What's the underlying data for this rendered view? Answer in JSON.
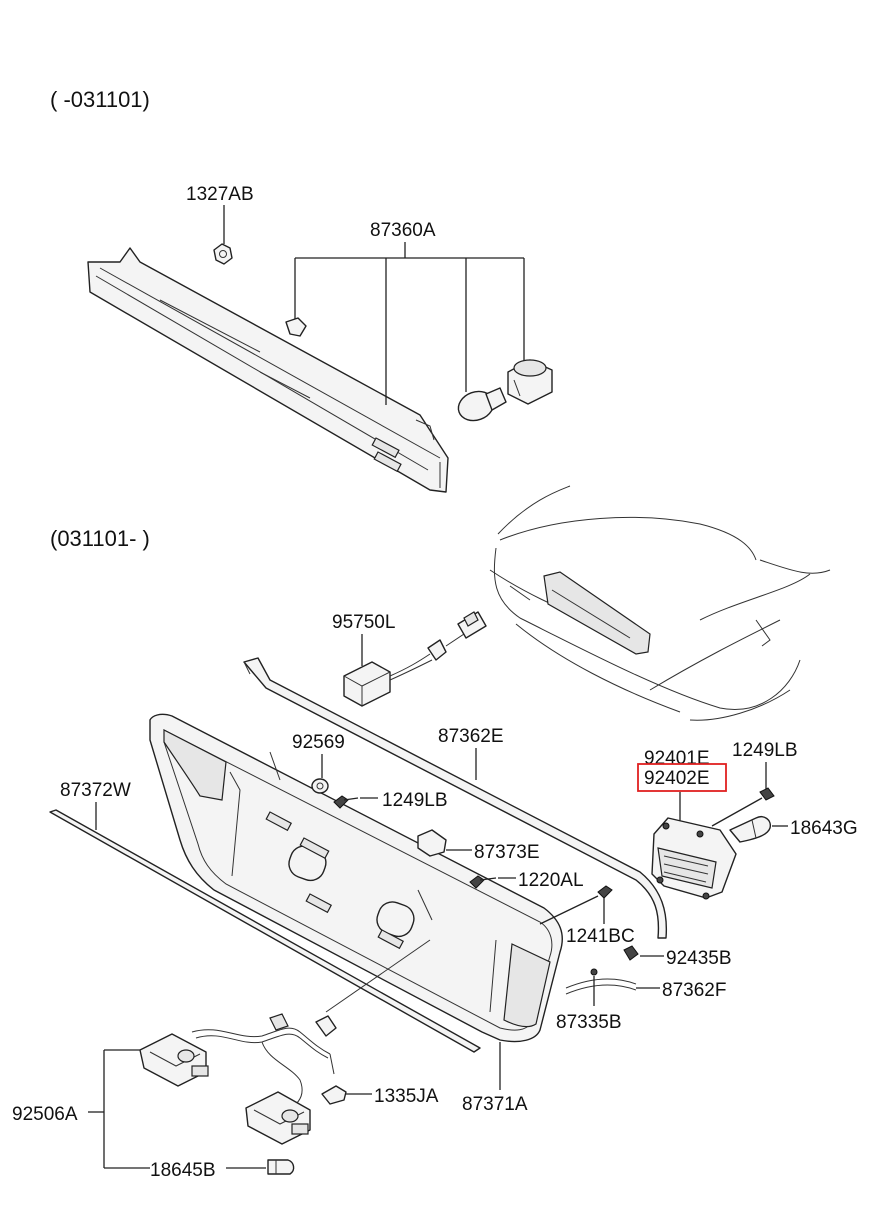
{
  "sections": {
    "top_range": "( -031101)",
    "bottom_range": "(031101- )"
  },
  "part_labels": {
    "p1327AB": "1327AB",
    "p87360A": "87360A",
    "p95750L": "95750L",
    "p92569": "92569",
    "p87362E": "87362E",
    "p92401E": "92401E",
    "p92402E": "92402E",
    "p1249LB_a": "1249LB",
    "p1249LB_b": "1249LB",
    "p18643G": "18643G",
    "p87372W": "87372W",
    "p87373E": "87373E",
    "p1220AL": "1220AL",
    "p1241BC": "1241BC",
    "p92435B": "92435B",
    "p87362F": "87362F",
    "p87335B": "87335B",
    "p1335JA": "1335JA",
    "p87371A": "87371A",
    "p92506A": "92506A",
    "p18645B": "18645B"
  },
  "highlight": {
    "part": "92402E",
    "color": "#e02020"
  },
  "colors": {
    "line": "#222222",
    "part_fill": "#f4f4f4",
    "highlight": "#e02020"
  }
}
